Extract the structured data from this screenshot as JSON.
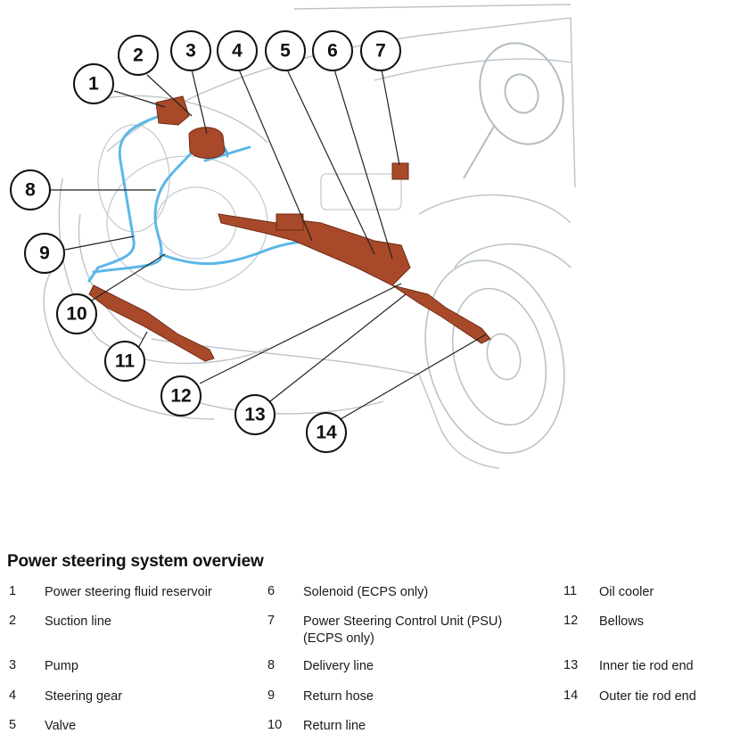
{
  "legend": {
    "title": "Power steering system overview",
    "items": [
      {
        "num": "1",
        "label": "Power steering fluid reservoir"
      },
      {
        "num": "2",
        "label": "Suction line"
      },
      {
        "num": "3",
        "label": "Pump"
      },
      {
        "num": "4",
        "label": "Steering gear"
      },
      {
        "num": "5",
        "label": "Valve"
      },
      {
        "num": "6",
        "label": "Solenoid (ECPS only)"
      },
      {
        "num": "7",
        "label": "Power Steering Control Unit (PSU) (ECPS only)"
      },
      {
        "num": "8",
        "label": "Delivery line"
      },
      {
        "num": "9",
        "label": "Return hose"
      },
      {
        "num": "10",
        "label": "Return line"
      },
      {
        "num": "11",
        "label": "Oil cooler"
      },
      {
        "num": "12",
        "label": "Bellows"
      },
      {
        "num": "13",
        "label": "Inner tie rod end"
      },
      {
        "num": "14",
        "label": "Outer tie rod end"
      }
    ]
  },
  "callouts": [
    "1",
    "2",
    "3",
    "4",
    "5",
    "6",
    "7",
    "8",
    "9",
    "10",
    "11",
    "12",
    "13",
    "14"
  ],
  "colors": {
    "component": "#a84a2a",
    "hose": "#5bb7e6",
    "outline": "#b9c3c9"
  }
}
